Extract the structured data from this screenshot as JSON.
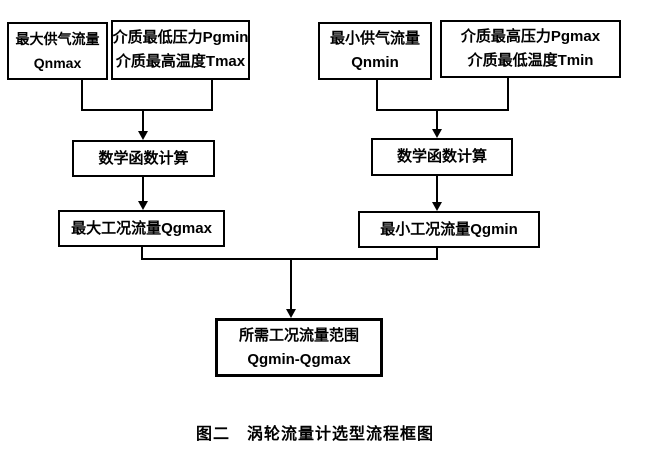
{
  "diagram": {
    "caption": "图二　涡轮流量计选型流程框图",
    "nodes": {
      "qnmax": {
        "line1": "最大供气流量",
        "line2": "Qnmax"
      },
      "pgmin_tmax": {
        "line1": "介质最低压力Pgmin",
        "line2": "介质最高温度Tmax"
      },
      "qnmin": {
        "line1": "最小供气流量",
        "line2": "Qnmin"
      },
      "pgmax_tmin": {
        "line1": "介质最高压力Pgmax",
        "line2": "介质最低温度Tmin"
      },
      "calc_left": {
        "label": "数学函数计算"
      },
      "calc_right": {
        "label": "数学函数计算"
      },
      "qgmax": {
        "label": "最大工况流量Qgmax"
      },
      "qgmin": {
        "label": "最小工况流量Qgmin"
      },
      "range": {
        "line1": "所需工况流量范围",
        "line2": "Qgmin-Qgmax"
      }
    },
    "colors": {
      "line": "#000000",
      "text": "#000000",
      "background": "#ffffff"
    }
  }
}
